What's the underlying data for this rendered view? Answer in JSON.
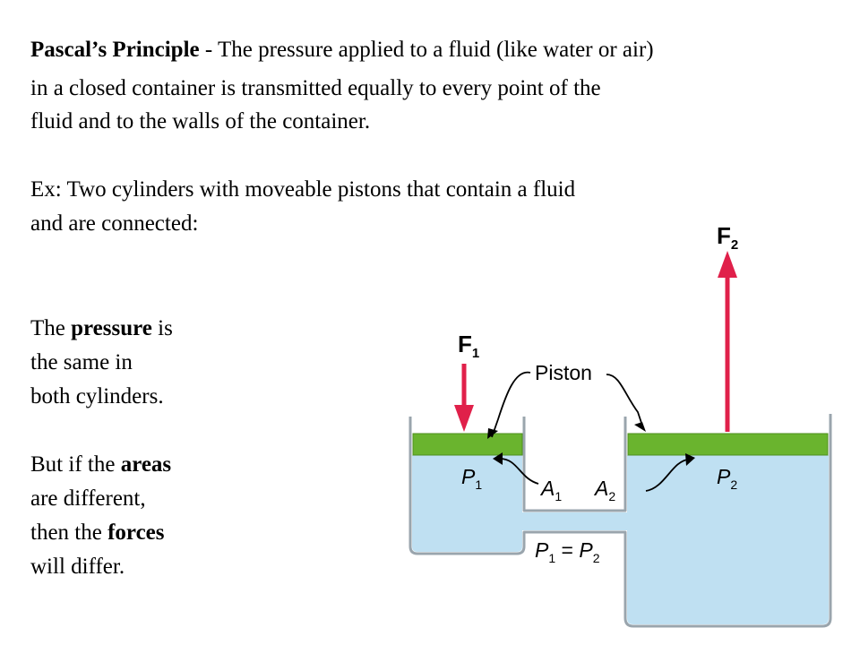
{
  "header": {
    "line1_bold": "Pascal’s Principle",
    "line1_rest": " -  The pressure applied to a fluid (like water or air)",
    "line2": "in a closed container is transmitted equally to every point of the",
    "line3": "fluid and to the walls of the container.",
    "ex_line1": "Ex:  Two cylinders with moveable pistons that contain a fluid",
    "ex_line2": "and are connected:"
  },
  "side": {
    "l1_pre": "The ",
    "l1_bold": "pressure",
    "l1_post": " is",
    "l2": "the same in",
    "l3": "both cylinders.",
    "l4_pre": "But if the ",
    "l4_bold": "areas",
    "l5": "are different,",
    "l6_pre": "then the ",
    "l6_bold": "forces",
    "l7": "will differ."
  },
  "diagram": {
    "F1": "F",
    "F1_sub": "1",
    "F2": "F",
    "F2_sub": "2",
    "piston_label": "Piston",
    "P1": "P",
    "P1_sub": "1",
    "P2": "P",
    "P2_sub": "2",
    "A1": "A",
    "A1_sub": "1",
    "A2": "A",
    "A2_sub": "2",
    "eq_left": "P",
    "eq_left_sub": "1",
    "eq_sign": " = ",
    "eq_right": "P",
    "eq_right_sub": "2",
    "colors": {
      "fluid": "#bfe0f2",
      "piston": "#6ab42e",
      "arrow": "#e0204a",
      "wall": "#9aa5ad"
    }
  }
}
